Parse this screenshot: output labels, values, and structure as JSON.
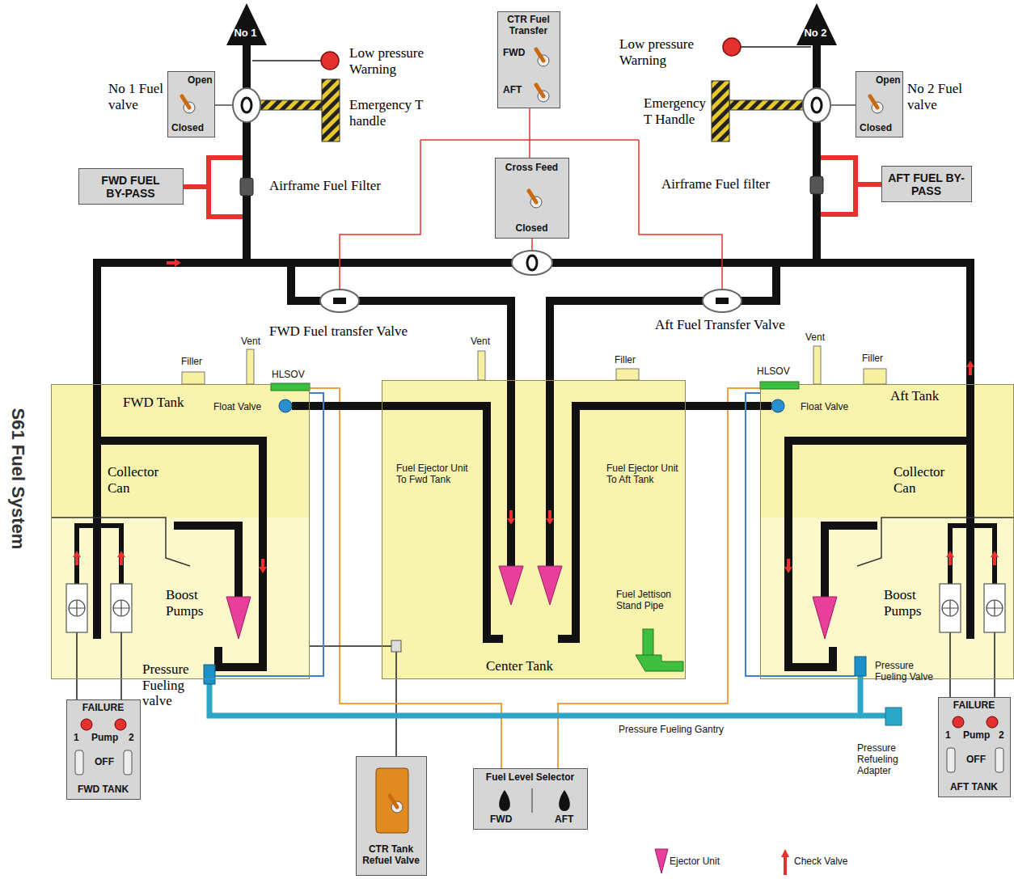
{
  "diagram": {
    "title": "S61 Fuel System",
    "nodes": [
      {
        "text": [
          "No 1"
        ]
      },
      {
        "text": [
          "Open",
          "Closed"
        ]
      },
      {
        "text": [
          "CTR Fuel Transfer",
          "FWD",
          "AFT"
        ]
      },
      {
        "text": [
          "No 2"
        ]
      },
      {
        "text": [
          "Open",
          "Closed"
        ]
      },
      {
        "text": [
          "FWD FUEL BY-PASS"
        ]
      },
      {
        "text": [
          "Cross Feed",
          "Closed"
        ]
      },
      {
        "text": [
          "AFT FUEL BY-PASS"
        ]
      },
      {
        "text": [
          "FWD Tank"
        ]
      },
      {
        "text": [
          "Center Tank"
        ]
      },
      {
        "text": [
          "Aft Tank"
        ]
      },
      {
        "text": [
          "FAILURE",
          "1",
          "Pump",
          "2",
          "OFF",
          "FWD TANK"
        ]
      },
      {
        "text": [
          "CTR Tank Refuel Valve"
        ]
      },
      {
        "text": [
          "Fuel Level Selector",
          "FWD",
          "AFT"
        ]
      },
      {
        "text": [
          "FAILURE",
          "1",
          "Pump",
          "2",
          "OFF",
          "AFT TANK"
        ]
      }
    ],
    "edges": [
      {
        "from": 8,
        "to": 0,
        "arrow": "none"
      },
      {
        "from": 10,
        "to": 3,
        "arrow": "none"
      },
      {
        "from": 2,
        "to": 6,
        "arrow": "none"
      },
      {
        "from": 11,
        "to": 8,
        "arrow": "none"
      },
      {
        "from": 12,
        "to": 9,
        "arrow": "none"
      },
      {
        "from": 13,
        "to": 8,
        "arrow": "none"
      },
      {
        "from": 13,
        "to": 10,
        "arrow": "none"
      },
      {
        "from": 14,
        "to": 10,
        "arrow": "none"
      }
    ],
    "labels": [
      "No 1 Fuel valve",
      "Low pressure Warning",
      "Emergency T handle",
      "Airframe Fuel Filter",
      "Low pressure Warning",
      "Emergency T Handle",
      "No 2 Fuel valve",
      "Airframe Fuel filter",
      "FWD Fuel transfer Valve",
      "Aft Fuel Transfer Valve",
      "Filler",
      "Vent",
      "HLSOV",
      "Float Valve",
      "Collector Can",
      "Boost Pumps",
      "Pressure Fueling valve",
      "Vent",
      "Filler",
      "Fuel Ejector Unit To Fwd Tank",
      "Fuel Ejector Unit To Aft Tank",
      "Fuel Jettison Stand Pipe",
      "HLSOV",
      "Vent",
      "Filler",
      "Float Valve",
      "Collector Can",
      "Boost Pumps",
      "Pressure Fueling Valve",
      "Pressure Fueling Gantry",
      "Pressure Refueling Adapter"
    ],
    "legend": [
      {
        "text": "Ejector Unit"
      },
      {
        "text": "Check Valve"
      }
    ]
  }
}
